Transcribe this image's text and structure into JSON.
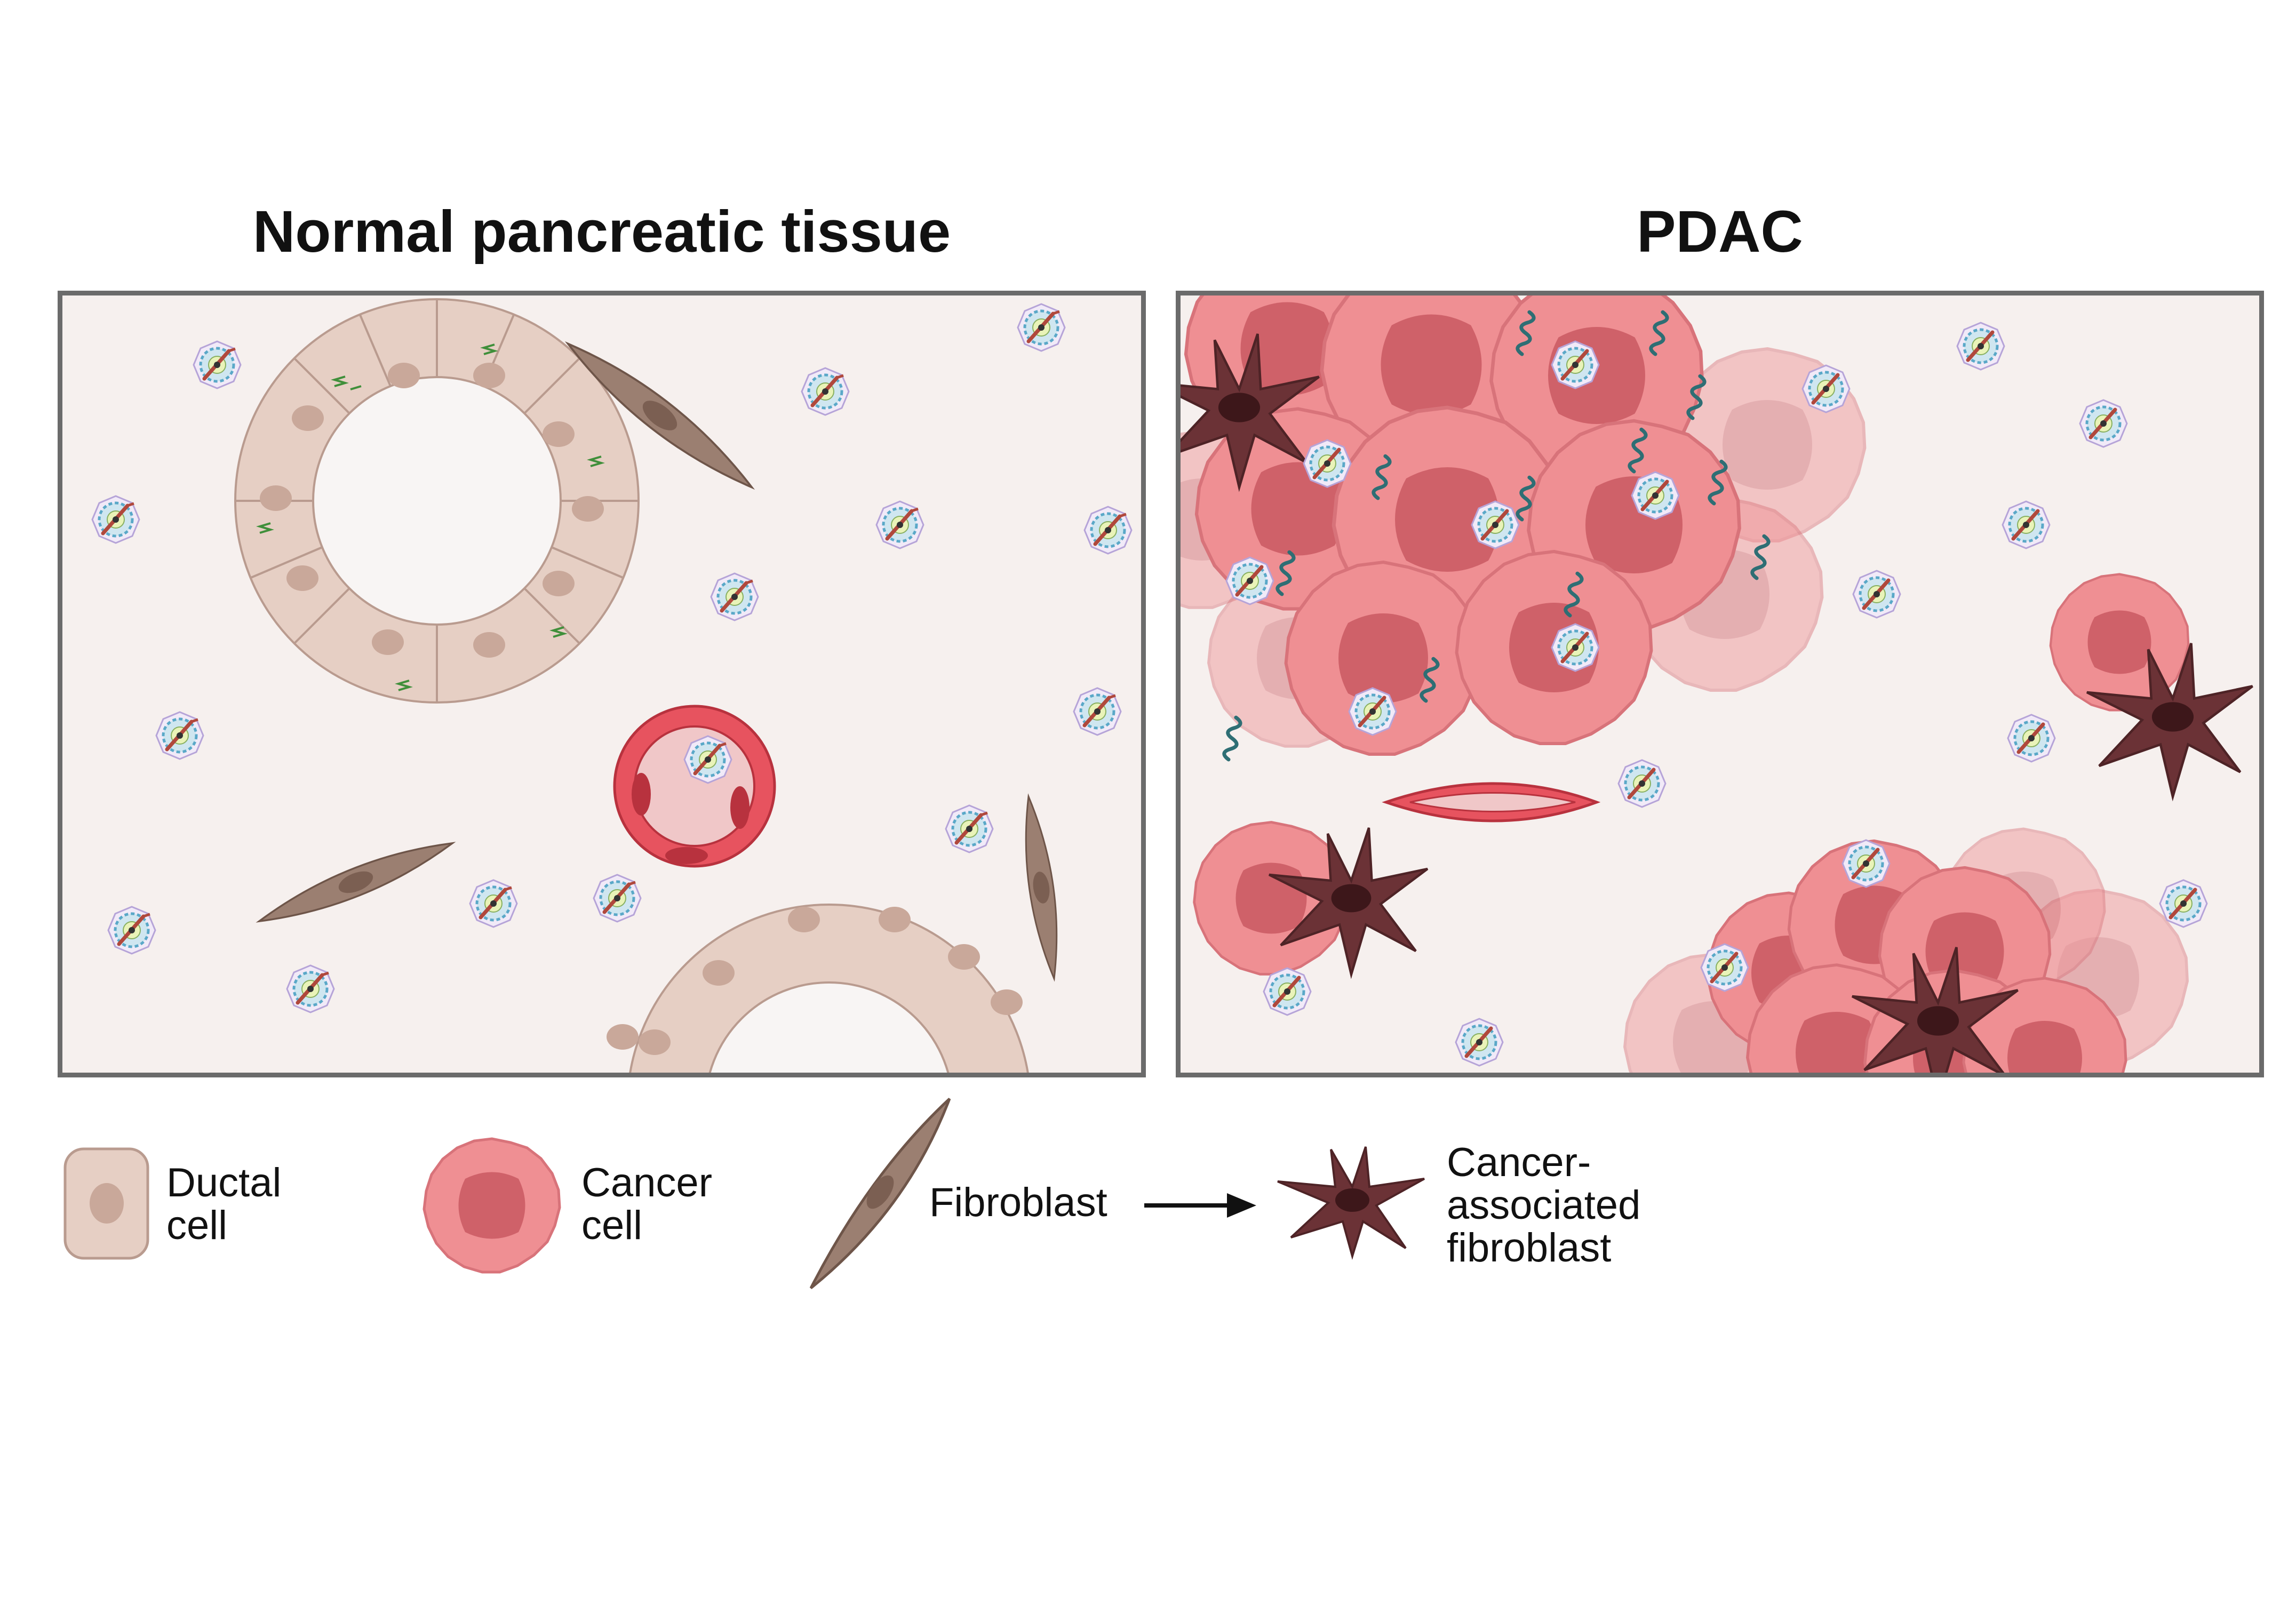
{
  "titles": {
    "left": "Normal pancreatic tissue",
    "right": "PDAC"
  },
  "legend": {
    "ductal_line1": "Ductal",
    "ductal_line2": "cell",
    "cancer_line1": "Cancer",
    "cancer_line2": "cell",
    "fibroblast": "Fibroblast",
    "caf_line1": "Cancer-",
    "caf_line2": "associated",
    "caf_line3": "fibroblast"
  },
  "colors": {
    "ductal_fill": "#e6cfc4",
    "ductal_nucleus": "#c9a89a",
    "cancer_fill": "#ef8f93",
    "cancer_nucleus": "#cf6169",
    "fibroblast": "#9b7f71",
    "caf": "#6b3236",
    "vessel": "#e7535f",
    "panel_bg": "#f6f0ee"
  }
}
